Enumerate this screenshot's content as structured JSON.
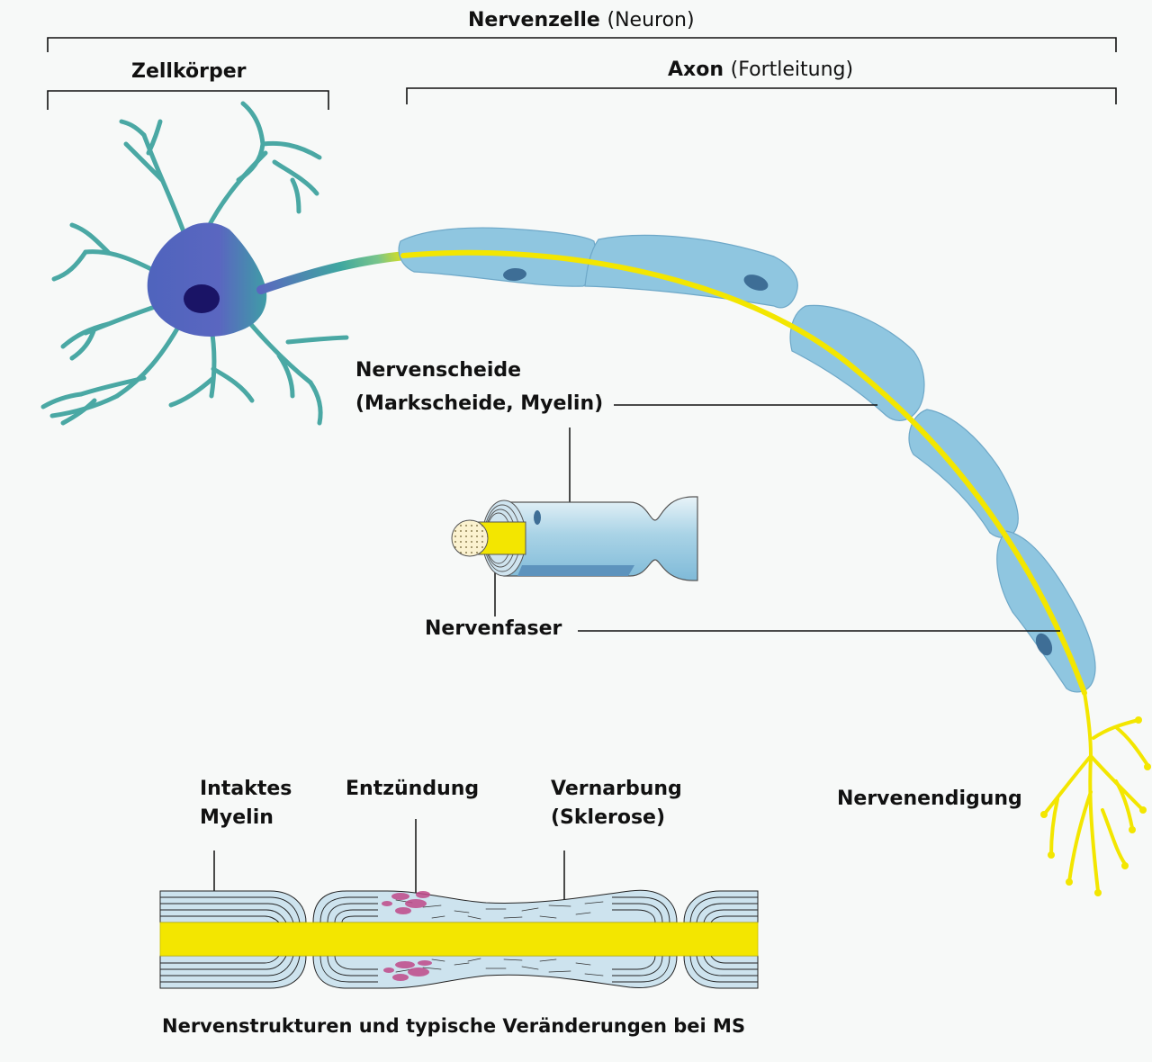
{
  "title": {
    "main": "Nervenzelle",
    "paren": "(Neuron)"
  },
  "sections": {
    "cell_body": "Zellkörper",
    "axon": {
      "main": "Axon",
      "paren": "(Fortleitung)"
    }
  },
  "callouts": {
    "sheath_line1": "Nervenscheide",
    "sheath_line2_pre": "(Markscheide, ",
    "sheath_line2_bold": "Myelin",
    "sheath_line2_post": ")",
    "fiber": "Nervenfaser",
    "ending": "Nervenendigung"
  },
  "ms_panel": {
    "intact_line1": "Intaktes",
    "intact_line2": "Myelin",
    "inflammation": "Entzündung",
    "scar_line1": "Vernarbung",
    "scar_line2": "(Sklerose)",
    "caption": "Nervenstrukturen und typische Veränderungen bei MS"
  },
  "colors": {
    "dendrite_teal": "#4aa8a4",
    "soma_blue": "#5a6cc0",
    "nucleus": "#1a1466",
    "myelin_blue": "#8fc6e0",
    "axon_yellow": "#f3e600",
    "lesion_pink": "#c04a8a"
  }
}
